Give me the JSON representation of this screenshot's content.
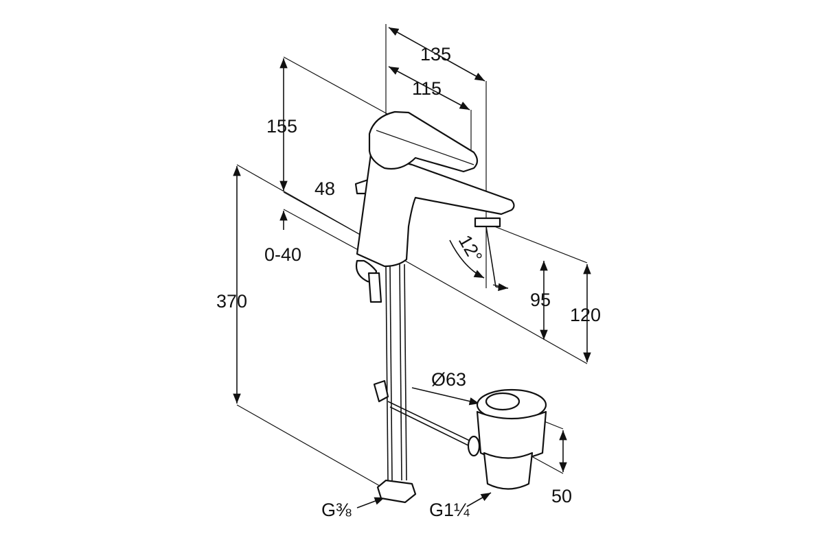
{
  "drawing": {
    "dimensions": {
      "width_total": "135",
      "width_spout": "115",
      "height_top": "155",
      "depth_body": "48",
      "deck_thickness": "0-40",
      "hose_length": "370",
      "spout_angle": "12°",
      "spout_clearance": "95",
      "spout_height": "120",
      "drain_diameter": "Ø63",
      "drain_height": "50",
      "hose_thread": "G⅜",
      "drain_thread": "G1¼"
    }
  }
}
